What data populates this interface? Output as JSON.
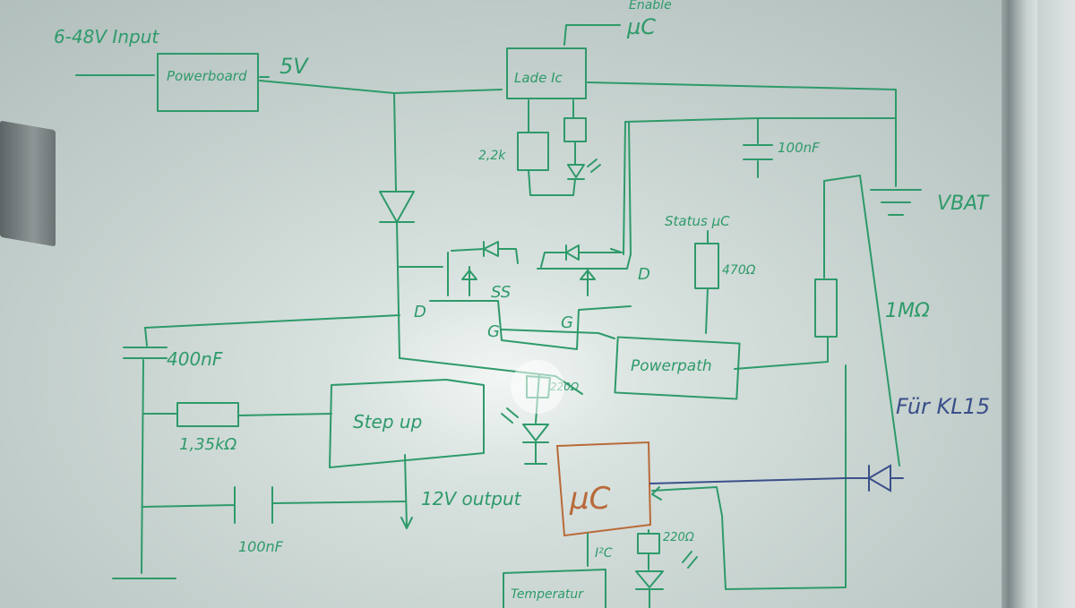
{
  "colors": {
    "marker_green": "#2e9a6a",
    "marker_blue": "#3b4f8a",
    "marker_orange": "#b86a3a",
    "board": "#d8e2df"
  },
  "labels": {
    "input": "6-48V Input",
    "powerboard": "Powerboard",
    "v5": "5V",
    "enable": "Enable",
    "uc_top": "µC",
    "lade_ic": "Lade Ic",
    "r_22k": "2,2k",
    "c_100nf_top": "100nF",
    "vbat": "VBAT",
    "status_uc": "Status µC",
    "r_470": "470Ω",
    "mosfet_s": "SS",
    "mosfet_d_left": "D",
    "mosfet_d_right": "D",
    "gate_left": "G",
    "gate_right": "G",
    "r_1m": "1MΩ",
    "powerpath": "Powerpath",
    "c_400nf": "400nF",
    "r_135k": "1,35kΩ",
    "step_up": "Step up",
    "r_220_top": "220Ω",
    "fuer_kl15": "Für KL15",
    "uc_main": "µC",
    "out_12v": "12V output",
    "c_100nf_bottom": "100nF",
    "i2c": "I²C",
    "r_220_bottom": "220Ω",
    "temperatur": "Temperatur"
  }
}
